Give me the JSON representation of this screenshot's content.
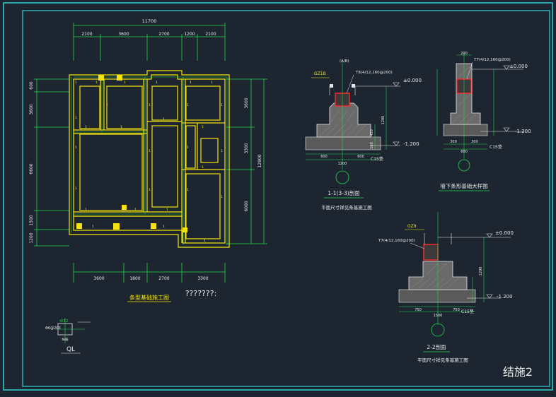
{
  "sheet": {
    "title": "结施2",
    "placeholder_text": "???????:"
  },
  "plan": {
    "caption": "条型基础施工图",
    "top_total": "11700",
    "top_dims": [
      "2100",
      "3600",
      "2700",
      "1200",
      "2100"
    ],
    "bottom_dims": [
      "3600",
      "1800",
      "2700",
      "3300"
    ],
    "left_dims": [
      "600",
      "3600",
      "6600",
      "1500",
      "1200"
    ],
    "right_dims": [
      "3600",
      "3300",
      "6000"
    ],
    "right_total": "12900",
    "beam_tag": "1"
  },
  "section11": {
    "title": "1-1(3-3)剖面",
    "subtitle": "平面尺寸祥见条基施工图",
    "col_tag": "GZ1B",
    "axis_tag": "(A/B)",
    "rebar": "T8(4/12,160@200)",
    "elev_top": "±0.000",
    "elev_bot": "-1.200",
    "concrete": "C15垫",
    "dims_bottom": [
      "600",
      "600"
    ],
    "dim_total": "1200",
    "dim_h1": "1200",
    "dim_h2": "100",
    "dim_h3": "450"
  },
  "section_wall": {
    "title": "墙下条形基础大样图",
    "rebar": "T7(4/12,160@200)",
    "elev_top": "±0.000",
    "elev_bot": "-1.200",
    "concrete": "C15垫",
    "dims_bottom": [
      "300",
      "300"
    ],
    "dim_total": "600",
    "dim_top": "200"
  },
  "section22": {
    "title": "2-2剖面",
    "subtitle": "平面尺寸祥见条基施工图",
    "col_tag": "GZ9",
    "rebar": "T7(4/12,160@200)",
    "elev_top": "±0.000",
    "elev_bot": "-1.200",
    "concrete": "C15垫",
    "dims_bottom": [
      "750",
      "750"
    ],
    "dim_total": "1500",
    "dim_h": "1200"
  },
  "ql": {
    "label": "QL",
    "tag": "4/12",
    "rebar": "Φ6@200",
    "caption": "纵筋"
  }
}
